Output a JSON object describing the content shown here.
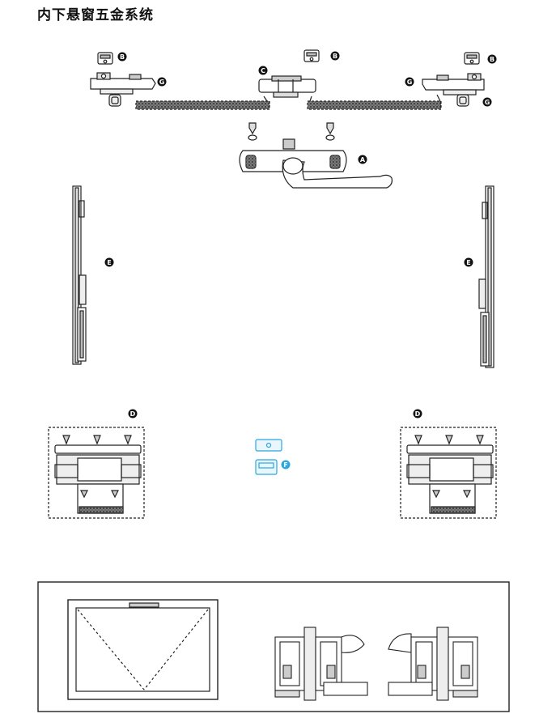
{
  "title": "内下悬窗五金系统",
  "labels": {
    "A": "A",
    "B": "B",
    "C": "C",
    "D": "D",
    "E": "E",
    "F": "F",
    "G": "G"
  },
  "colors": {
    "line": "#222222",
    "badge": "#111111",
    "highlight": "#29a8e0"
  }
}
